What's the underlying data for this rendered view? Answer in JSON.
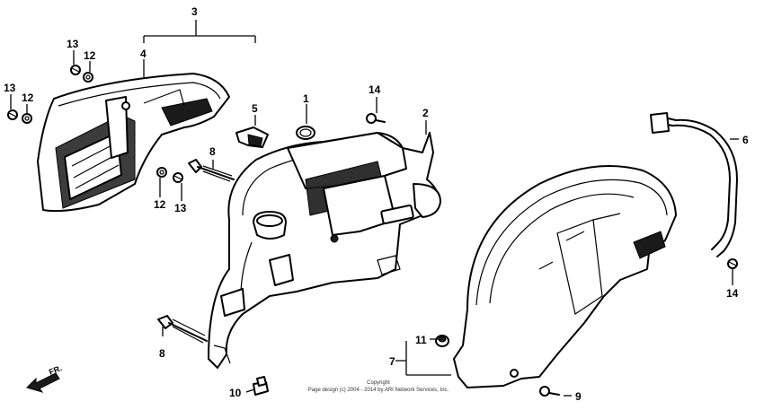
{
  "callouts": {
    "c1": "1",
    "c2": "2",
    "c3": "3",
    "c4": "4",
    "c5": "5",
    "c6": "6",
    "c7": "7",
    "c8a": "8",
    "c8b": "8",
    "c9": "9",
    "c10": "10",
    "c11": "11",
    "c12a": "12",
    "c12b": "12",
    "c12c": "12",
    "c13a": "13",
    "c13b": "13",
    "c13c": "13",
    "c14a": "14",
    "c14b": "14"
  },
  "direction_label": "FR.",
  "copyright": {
    "line1": "Copyright",
    "line2": "Page design (c) 2004 - 2014 by ARI Network Services, Inc."
  }
}
